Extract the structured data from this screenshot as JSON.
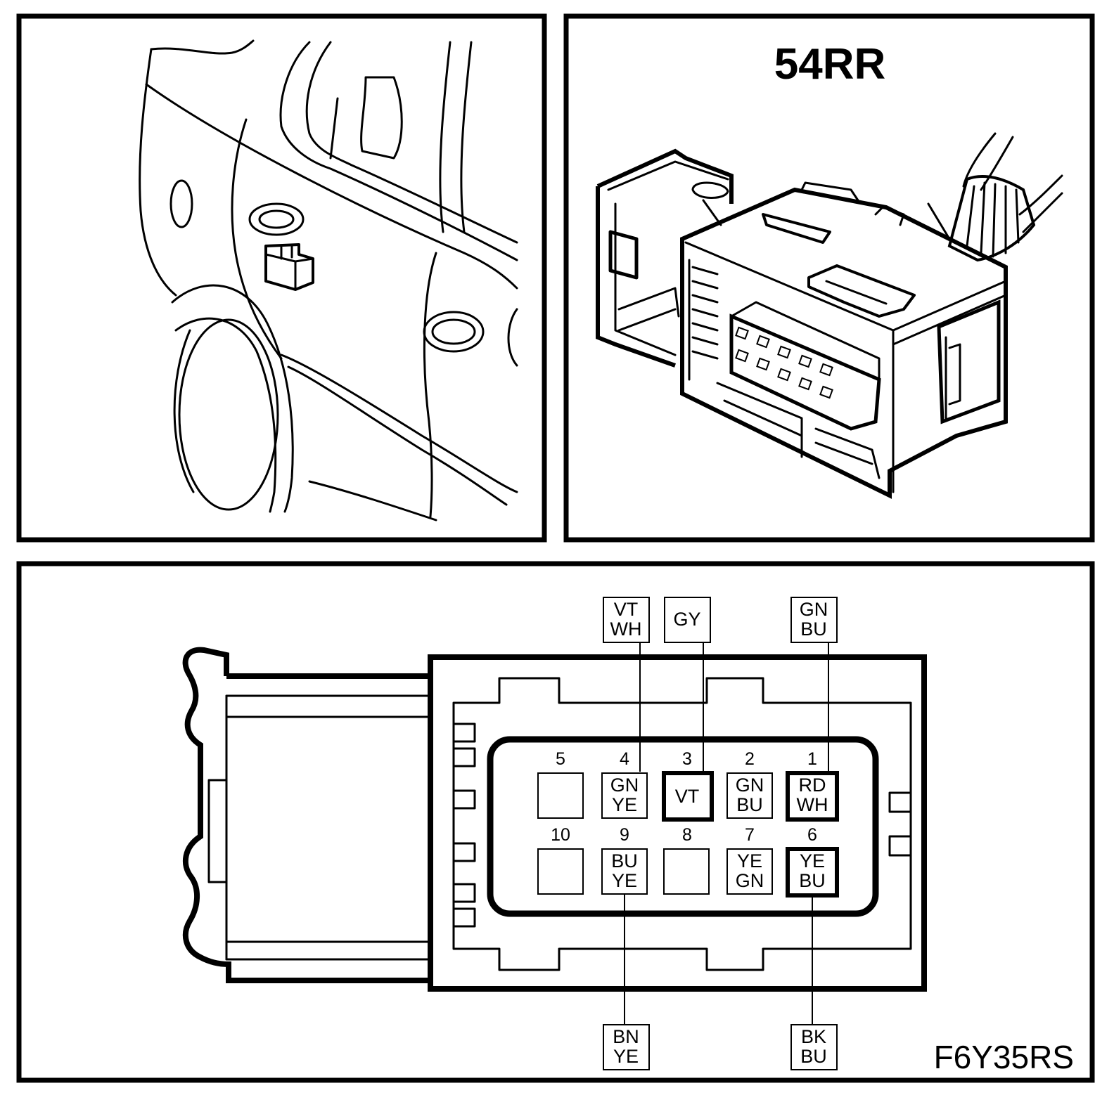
{
  "connector_id": "54RR",
  "figure_code": "F6Y35RS",
  "pins": [
    {
      "num": "1",
      "wire": [
        "RD",
        "WH"
      ],
      "highlight": true
    },
    {
      "num": "2",
      "wire": [
        "GN",
        "BU"
      ],
      "highlight": false
    },
    {
      "num": "3",
      "wire": [
        "VT"
      ],
      "highlight": true
    },
    {
      "num": "4",
      "wire": [
        "GN",
        "YE"
      ],
      "highlight": false
    },
    {
      "num": "5",
      "wire": [],
      "highlight": false
    },
    {
      "num": "6",
      "wire": [
        "YE",
        "BU"
      ],
      "highlight": true
    },
    {
      "num": "7",
      "wire": [
        "YE",
        "GN"
      ],
      "highlight": false
    },
    {
      "num": "8",
      "wire": [],
      "highlight": false
    },
    {
      "num": "9",
      "wire": [
        "BU",
        "YE"
      ],
      "highlight": false
    },
    {
      "num": "10",
      "wire": [],
      "highlight": false
    }
  ],
  "external_wires": {
    "top_pin4": [
      "VT",
      "WH"
    ],
    "top_pin3": [
      "GY"
    ],
    "top_pin1": [
      "GN",
      "BU"
    ],
    "bottom_pin9": [
      "BN",
      "YE"
    ],
    "bottom_pin6": [
      "BK",
      "BU"
    ]
  }
}
